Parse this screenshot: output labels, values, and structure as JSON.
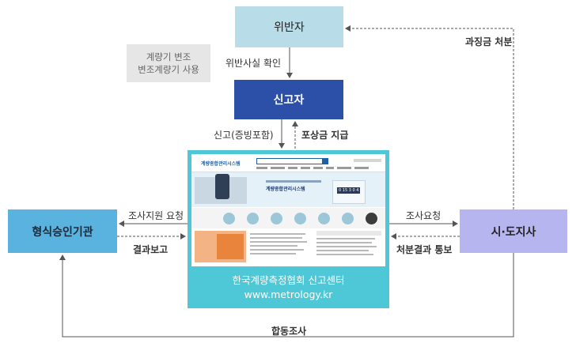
{
  "nodes": {
    "violator": "위반자",
    "reporter": "신고자",
    "approval_agency": "형식승인기관",
    "city_province": "시·도지사",
    "note_line1": "계량기 변조",
    "note_line2": "변조계량기 사용",
    "center_line1": "한국계량측정협회 신고센터",
    "center_line2": "www.metrology.kr"
  },
  "website": {
    "logo": "계량종합관리시스템",
    "banner_title": "계량종합관리시스템",
    "banner_number": "0 15 3 0 4"
  },
  "edges": {
    "confirm_violation": "위반사실 확인",
    "report": "신고(증빙포함)",
    "reward": "포상금 지급",
    "fine": "과징금 처분",
    "investigation_support": "조사지원 요청",
    "result_report": "결과보고",
    "investigation_request": "조사요청",
    "disposition_notice": "처분결과 통보",
    "joint_investigation": "합동조사"
  },
  "colors": {
    "violator": "#b8dce8",
    "reporter": "#2c4fa7",
    "approval_agency": "#5ab2de",
    "city_province": "#b6b5f0",
    "center": "#4ec7d6",
    "note": "#e6e6e6",
    "arrow": "#555555"
  }
}
